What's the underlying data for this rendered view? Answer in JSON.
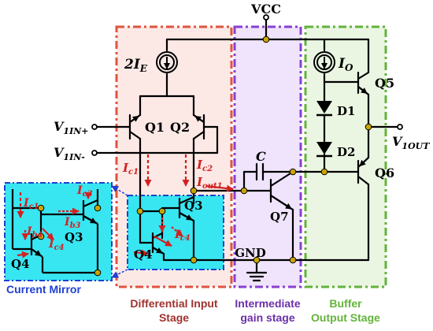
{
  "nodes": {
    "vcc": "VCC",
    "gnd": "GND",
    "in_plus_main": "V",
    "in_plus_sub": "1IN+",
    "in_minus_main": "V",
    "in_minus_sub": "1IN-",
    "out_main": "V",
    "out_sub": "1OUT"
  },
  "sources": {
    "tail_main": "2I",
    "tail_sub": "E",
    "bias_main": "I",
    "bias_sub": "O"
  },
  "devices": {
    "q1": "Q1",
    "q2": "Q2",
    "q3": "Q3",
    "q4": "Q4",
    "q5": "Q5",
    "q6": "Q6",
    "q7": "Q7",
    "d1": "D1",
    "d2": "D2",
    "c": "C",
    "inset_q3": "Q3",
    "inset_q4": "Q4"
  },
  "currents": {
    "ic1_main": "I",
    "ic1_sub": "c1",
    "ic2_main": "I",
    "ic2_sub": "c2",
    "iout1_main": "I",
    "iout1_sub": "out1",
    "ic4_main": "I",
    "ic4_sub": "c4",
    "inset_ic1_main": "I",
    "inset_ic1_sub": "c1",
    "inset_ic3_main": "I",
    "inset_ic3_sub": "c3",
    "inset_ib3_main": "I",
    "inset_ib3_sub": "b3",
    "inset_ib4_main": "I",
    "inset_ib4_sub": "b4",
    "inset_ic4_main": "I",
    "inset_ic4_sub": "c4"
  },
  "stages": {
    "mirror": "Current Mirror",
    "diff_line1": "Differential Input",
    "diff_line2": "Stage",
    "gain_line1": "Intermediate",
    "gain_line2": "gain stage",
    "buffer_line1": "Buffer",
    "buffer_line2": "Output Stage"
  },
  "colors": {
    "wire": "#000000",
    "node": "#c9a400",
    "current_arrow": "#d42020",
    "mirror_fill": "#38e6f2",
    "mirror_border": "#1f3fd0",
    "diff_border": "#e0533f",
    "diff_fill": "#fce9e6",
    "gain_border": "#8a3fd2",
    "gain_fill": "#efe4fb",
    "buffer_border": "#63b33a",
    "buffer_fill": "#eaf6e2",
    "mirror_text": "#1f3fd0",
    "diff_text": "#a0322e",
    "gain_text": "#6b2fa8",
    "buffer_text": "#63b33a"
  }
}
